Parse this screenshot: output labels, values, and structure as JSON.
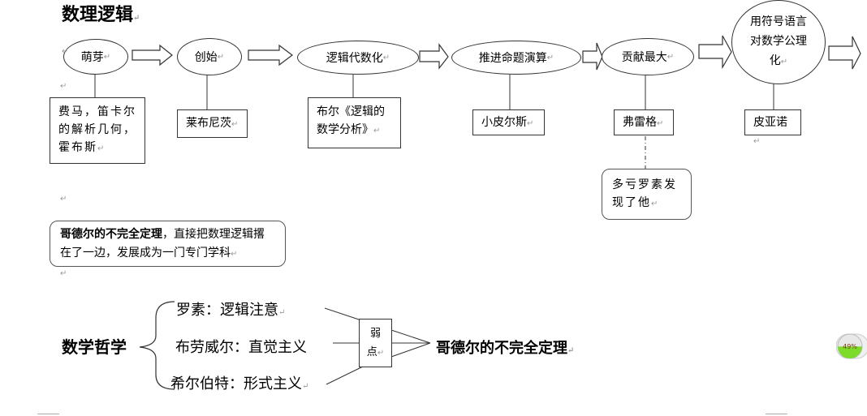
{
  "title": "数理逻辑",
  "return_mark": "↵",
  "timeline": {
    "stages": [
      {
        "label": "萌芽",
        "note": "费马，笛卡尔的解析几何，霍布斯"
      },
      {
        "label": "创始",
        "note": "莱布尼茨"
      },
      {
        "label": "逻辑代数化",
        "note": "布尔《逻辑的数学分析》"
      },
      {
        "label": "推进命题演算",
        "note": "小皮尔斯"
      },
      {
        "label": "贡献最大",
        "note": "弗雷格"
      },
      {
        "label": "用符号语言对数学公理化",
        "note": "皮亚诺"
      }
    ],
    "frege_note": "多亏罗素发现了他"
  },
  "godel_box": {
    "bold": "哥德尔的不完全定理",
    "rest": "，直接把数理逻辑撂在了一边，发展成为一门专门学科"
  },
  "philosophy": {
    "root": "数学哲学",
    "branches": [
      {
        "label": "罗素：逻辑注意"
      },
      {
        "label": "布劳威尔：直觉主义"
      },
      {
        "label": "希尔伯特：形式主义"
      }
    ],
    "weakness_label": "弱点",
    "weakness_line1": "弱",
    "weakness_line2": "点",
    "conclusion": "哥德尔的不完全定理"
  },
  "progress_widget": {
    "value_text": "49%",
    "value": 0.49,
    "fill_color": "#7ddc2a"
  }
}
